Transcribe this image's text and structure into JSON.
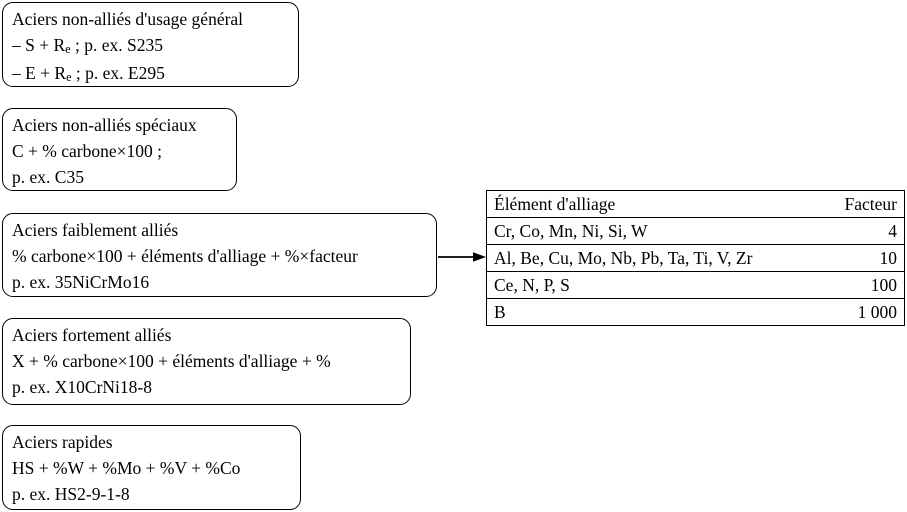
{
  "boxes": [
    {
      "title": "Aciers non-alliés d'usage général",
      "line1_pre": "– S + R",
      "line1_sub": "e",
      "line1_post": " ; p. ex. S235",
      "line2_pre": "– E + R",
      "line2_sub": "e",
      "line2_post": " ; p. ex. E295"
    },
    {
      "title": "Aciers non-alliés spéciaux",
      "line1": "C + % carbone×100 ;",
      "line2": "p. ex. C35"
    },
    {
      "title": "Aciers faiblement alliés",
      "line1": "% carbone×100 + éléments d'alliage + %×facteur",
      "line2": "p. ex. 35NiCrMo16"
    },
    {
      "title": "Aciers fortement alliés",
      "line1": "X + % carbone×100 + éléments d'alliage + %",
      "line2": "p. ex. X10CrNi18-8"
    },
    {
      "title": "Aciers rapides",
      "line1": "HS + %W + %Mo + %V + %Co",
      "line2": "p. ex. HS2-9-1-8"
    }
  ],
  "table": {
    "headers": {
      "element": "Élément d'alliage",
      "factor": "Facteur"
    },
    "rows": [
      {
        "element": "Cr, Co, Mn, Ni, Si, W",
        "factor": "4"
      },
      {
        "element": "Al, Be, Cu, Mo, Nb, Pb, Ta, Ti, V, Zr",
        "factor": "10"
      },
      {
        "element": "Ce, N, P, S",
        "factor": "100"
      },
      {
        "element": "B",
        "factor": "1 000"
      }
    ]
  },
  "colors": {
    "background": "#ffffff",
    "border": "#000000",
    "text": "#000000"
  }
}
